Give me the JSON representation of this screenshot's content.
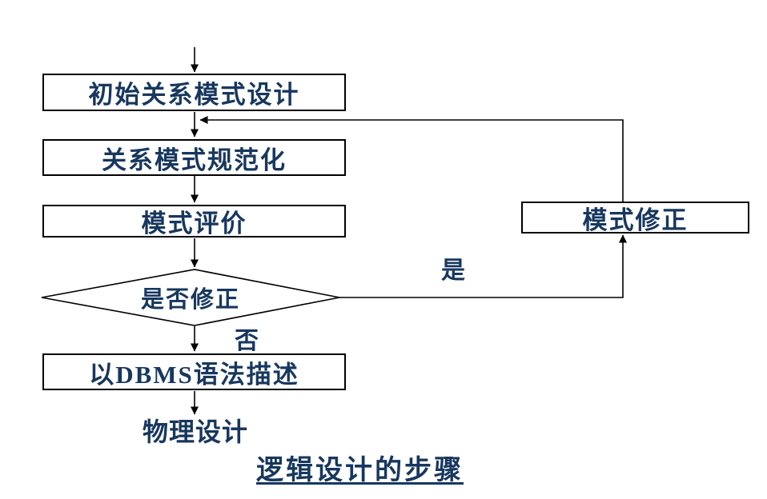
{
  "colors": {
    "text": "#17375E",
    "line": "#000000",
    "shape_fill": "#FFFFFF"
  },
  "flowchart": {
    "boxes": {
      "initial": "初始关系模式设计",
      "normalize": "关系模式规范化",
      "evaluate": "模式评价",
      "dbms": "以DBMS语法描述",
      "revise": "模式修正"
    },
    "decision": "是否修正",
    "labels": {
      "yes": "是",
      "no": "否",
      "next_stage": "物理设计"
    },
    "caption": "逻辑设计的步骤"
  }
}
